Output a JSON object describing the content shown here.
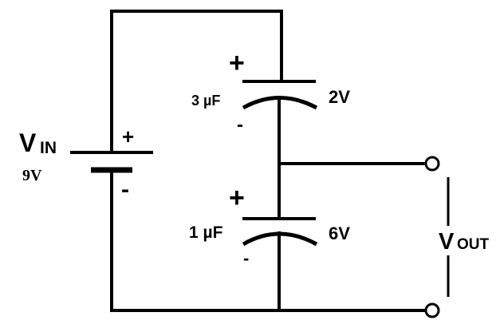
{
  "source": {
    "symbol": "V",
    "subscript": "IN",
    "value": "9V",
    "plus": "+",
    "minus": "-"
  },
  "capacitors": [
    {
      "capacitance": "3 µF",
      "voltage": "2V",
      "plus": "+",
      "minus": "-"
    },
    {
      "capacitance": "1 µF",
      "voltage": "6V",
      "plus": "+",
      "minus": "-"
    }
  ],
  "output": {
    "symbol": "V",
    "subscript": "OUT"
  }
}
